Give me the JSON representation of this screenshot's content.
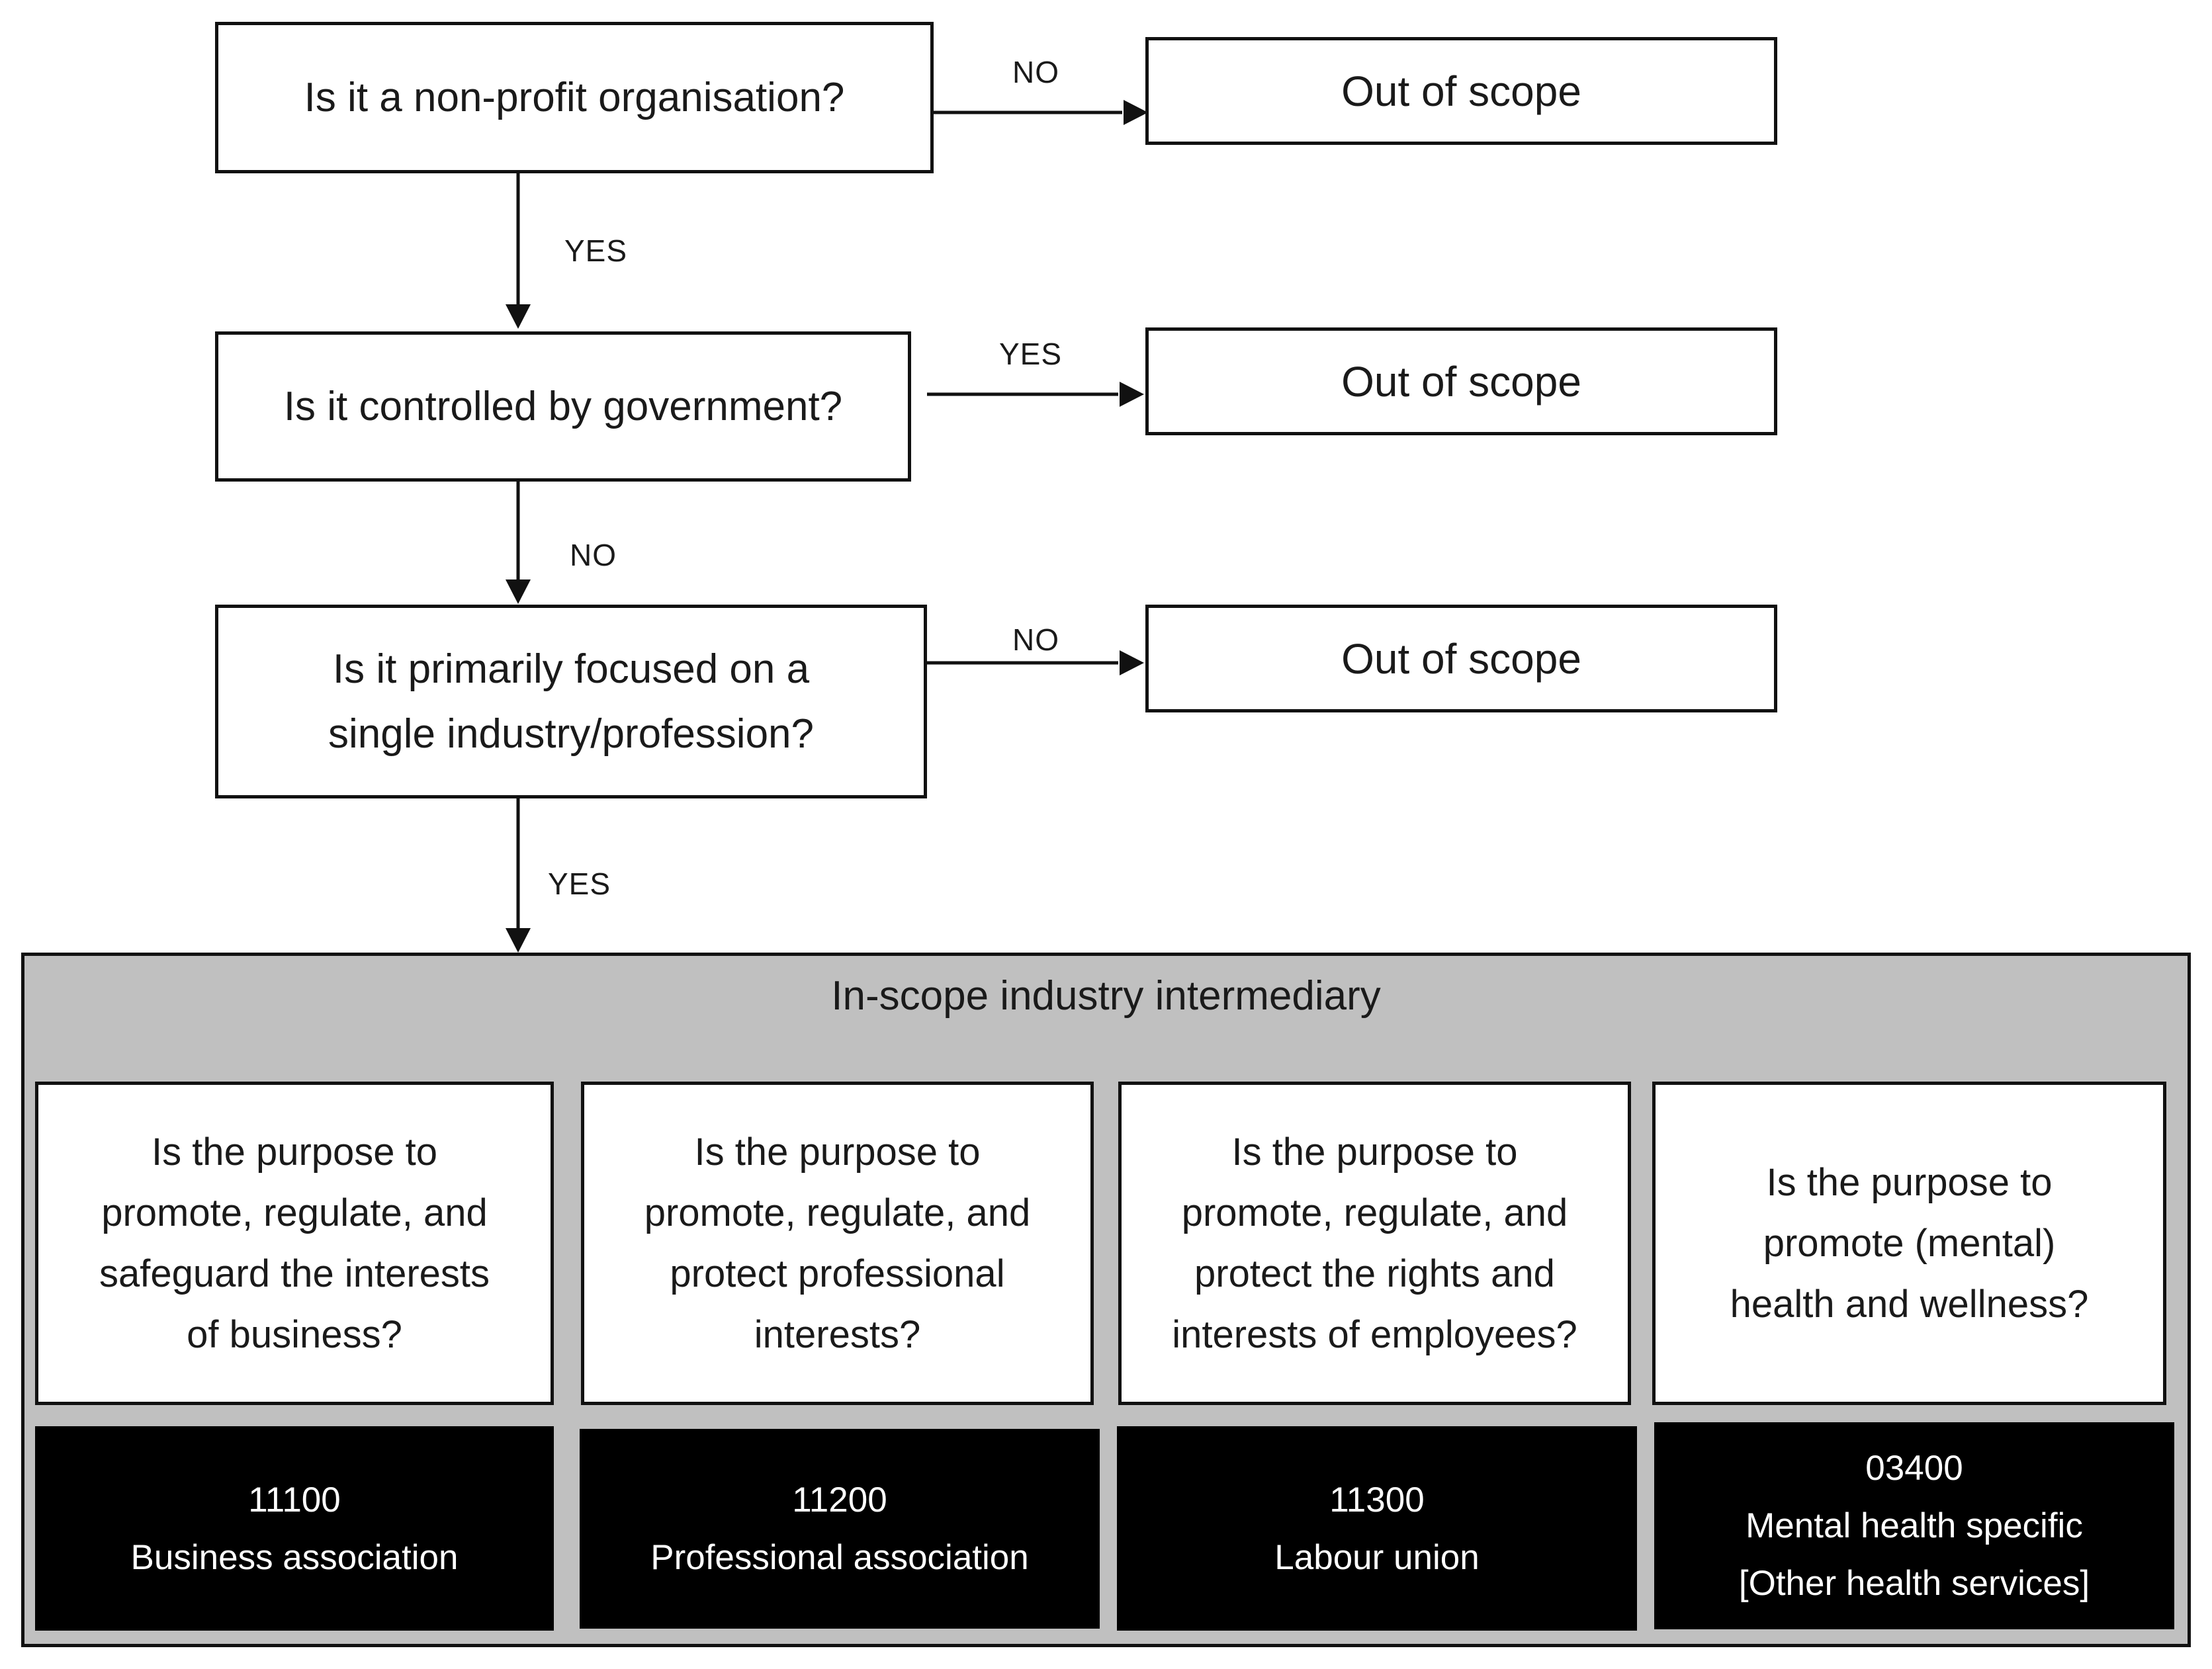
{
  "flow": {
    "q1": "Is it a non-profit organisation?",
    "q2": "Is it controlled by government?",
    "q3_line1": "Is it primarily focused on a",
    "q3_line2": "single industry/profession?",
    "out1": "Out of scope",
    "out2": "Out of scope",
    "out3": "Out of scope",
    "edge_q1_out": "NO",
    "edge_q1_q2": "YES",
    "edge_q2_out": "YES",
    "edge_q2_q3": "NO",
    "edge_q3_out": "NO",
    "edge_q3_panel": "YES"
  },
  "panel": {
    "title": "In-scope industry intermediary",
    "questions": [
      {
        "lines": [
          "Is the purpose to",
          "promote, regulate, and",
          "safeguard the interests",
          "of business?"
        ]
      },
      {
        "lines": [
          "Is the purpose to",
          "promote, regulate, and",
          "protect professional",
          "interests?"
        ]
      },
      {
        "lines": [
          "Is the purpose to",
          "promote, regulate, and",
          "protect the rights and",
          "interests of employees?"
        ]
      },
      {
        "lines": [
          "Is the purpose to",
          "promote (mental)",
          "health and wellness?"
        ]
      }
    ],
    "codes": [
      {
        "code": "11100",
        "name": "Business association"
      },
      {
        "code": "11200",
        "name": "Professional association"
      },
      {
        "code": "11300",
        "name": "Labour union"
      },
      {
        "code": "03400",
        "name": "Mental health specific",
        "extra": "[Other health services]"
      }
    ]
  },
  "colors": {
    "panel_bg": "#c0c0c0",
    "code_bg": "#000000",
    "line": "#111111"
  }
}
